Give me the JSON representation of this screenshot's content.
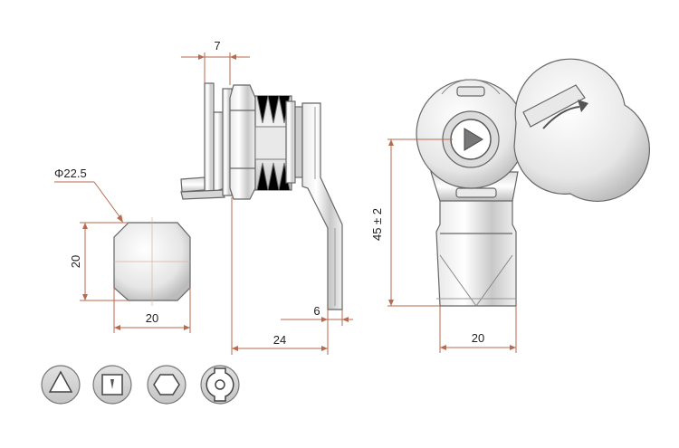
{
  "colors": {
    "dimension_line": "#b86a4e",
    "metal_light": "#f2f2f2",
    "metal_mid": "#cfcfcf",
    "metal_dark": "#8a8a8a",
    "edge": "#666666",
    "text": "#222222",
    "icon_fill": "#d9d9d9"
  },
  "dimensions": {
    "thickness_top": "7",
    "diameter_label": "Φ22.5",
    "key_height": "20",
    "key_width": "20",
    "cam_thickness": "6",
    "cam_length": "24",
    "lock_height": "45 ± 2",
    "lock_width": "20"
  },
  "key_type_icons": [
    "triangle-key-icon",
    "square-key-icon",
    "hexagon-key-icon",
    "double-d-key-icon"
  ]
}
